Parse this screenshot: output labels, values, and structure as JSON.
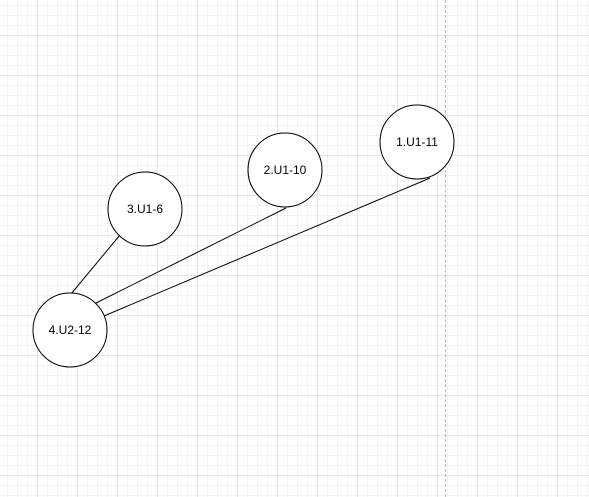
{
  "diagram": {
    "nodes": [
      {
        "id": "n1",
        "label": "1.U1-11"
      },
      {
        "id": "n2",
        "label": "2.U1-10"
      },
      {
        "id": "n3",
        "label": "3.U1-6"
      },
      {
        "id": "n4",
        "label": "4.U2-12"
      }
    ],
    "edges": [
      {
        "from": "n3",
        "to": "n4"
      },
      {
        "from": "n2",
        "to": "n4"
      },
      {
        "from": "n1",
        "to": "n4"
      }
    ],
    "colors": {
      "stroke": "#000000",
      "node_fill": "#ffffff",
      "grid": "#e6e6e6"
    }
  }
}
